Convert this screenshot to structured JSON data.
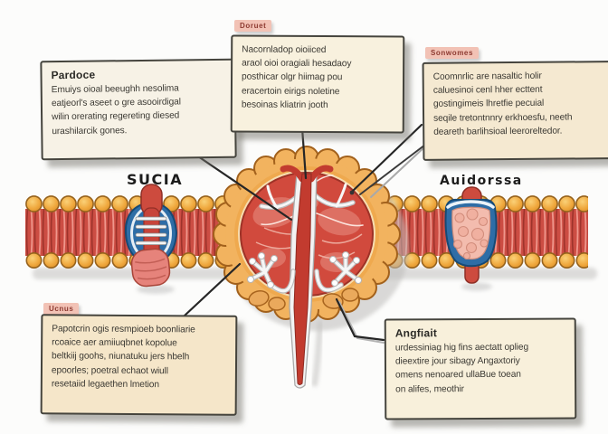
{
  "figure": {
    "type": "cell-membrane-organ-diagram"
  },
  "labels": {
    "left_protein": "SUCIA",
    "right_protein": "Auidorssa"
  },
  "boxes": {
    "top_left": {
      "title": "Pardoce",
      "lines": [
        "Emuiys oioal beeughh nesolima",
        "eatjeorl's aseet o gre asooirdigal",
        "wilin orerating regereting diesed",
        "urashilarcik gones."
      ]
    },
    "top_middle": {
      "tag": "Doruet",
      "lines": [
        "Nacornladop oioiiced",
        "araol oioi oragiali hesadaoy",
        "posthicar olgr hiimag pou",
        "eracertoin eirigs noletine",
        "besoinas kliatrin jooth"
      ]
    },
    "top_right": {
      "tag": "Sonwomes",
      "lines": [
        "Coomnrlic are nasaltic holir",
        "caluesinoi cenl hher ecttent",
        "gostingimeis lhretfie pecuial",
        "seqile tretontnnry erkhoesfu, neeth",
        "deareth barlihsioal leeroreltedor."
      ]
    },
    "bottom_left": {
      "tag": "Ucnus",
      "lines": [
        "Papotcrin ogis resmpioeb boonliarie",
        "rcoaice aer amiiuqbnet kopolue",
        "beltkiij goohs, niunatuku jers hbelh",
        "epoorles; poetral echaot wiull",
        "resetaiid legaethen lmetion"
      ]
    },
    "bottom_right": {
      "title": "Angfiait",
      "lines": [
        "urdessiniag hig fins aectatt oplieg",
        "dieextire jour sibagy Angaxtoriy",
        "omens nenoared ullaBue toean",
        "on alifes, meothir"
      ]
    }
  },
  "colors": {
    "tag_bg": "#f2c2b5",
    "tag_text": "#8d3a31",
    "membrane_head": "#eda23a",
    "membrane_tail": "#cc4d43",
    "organ_ring": "#f2b35f",
    "organ_interior": "#d14a3d",
    "protein_blue": "#2e6da6",
    "protein_red": "#cd4b3e"
  }
}
